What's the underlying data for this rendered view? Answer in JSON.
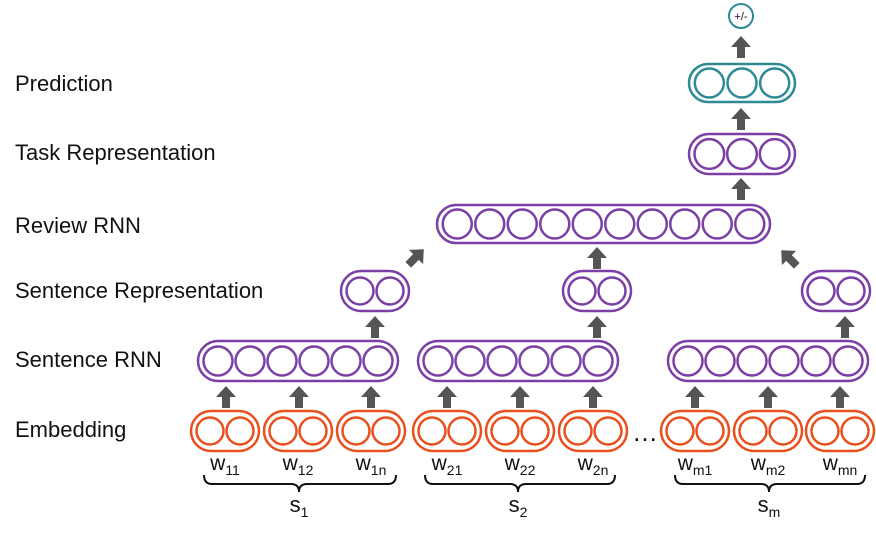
{
  "colors": {
    "embedding": "#E8501E",
    "rnn": "#7C3FA5",
    "prediction": "#2E8B96",
    "arrow": "#555555",
    "text": "#111111"
  },
  "layers": {
    "prediction": "Prediction",
    "task_representation": "Task Representation",
    "review_rnn": "Review RNN",
    "sentence_representation": "Sentence Representation",
    "sentence_rnn": "Sentence RNN",
    "embedding": "Embedding"
  },
  "output": {
    "label": "+/-"
  },
  "ellipsis": "…",
  "words": [
    {
      "base": "w",
      "sub": "11"
    },
    {
      "base": "w",
      "sub": "12"
    },
    {
      "base": "w",
      "sub": "1n"
    },
    {
      "base": "w",
      "sub": "21"
    },
    {
      "base": "w",
      "sub": "22"
    },
    {
      "base": "w",
      "sub": "2n"
    },
    {
      "base": "w",
      "sub": "m1"
    },
    {
      "base": "w",
      "sub": "m2"
    },
    {
      "base": "w",
      "sub": "mn"
    }
  ],
  "sentences": [
    {
      "base": "s",
      "sub": "1"
    },
    {
      "base": "s",
      "sub": "2"
    },
    {
      "base": "s",
      "sub": "m"
    }
  ]
}
